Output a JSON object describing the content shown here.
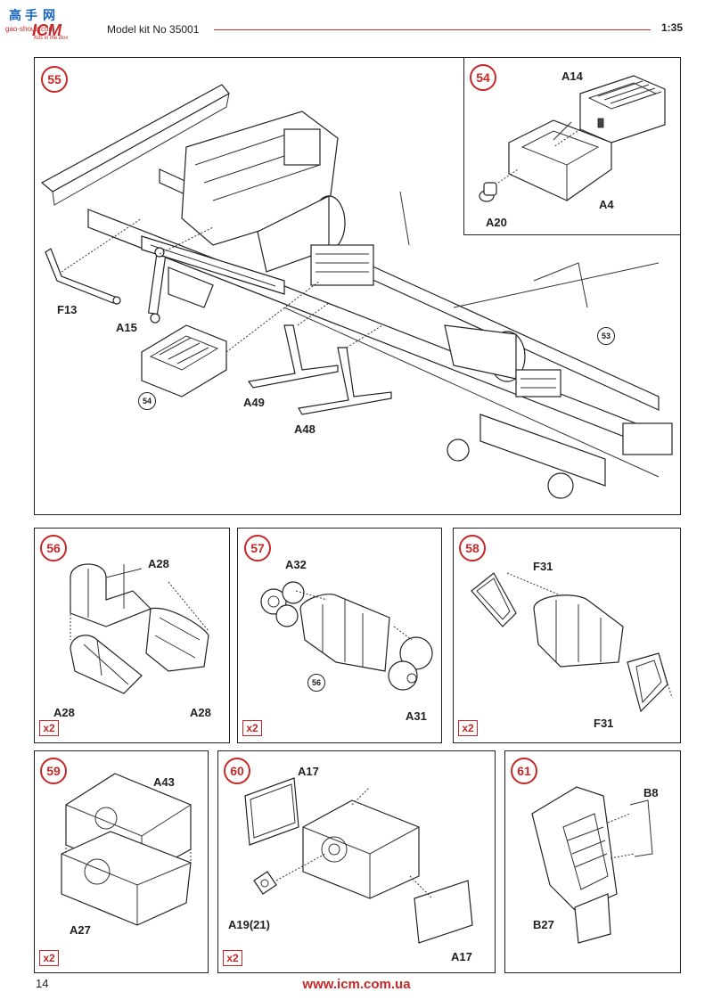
{
  "header": {
    "logo_text": "ICM",
    "logo_tag": "gao-shoua.com",
    "logo_slogan": "Kits in the Box",
    "model": "Model kit No 35001",
    "scale": "1:35"
  },
  "steps": {
    "s55": {
      "num": "55",
      "refs": [
        "54",
        "53"
      ],
      "labels": [
        "F13",
        "A15",
        "A49",
        "A48"
      ]
    },
    "s54": {
      "num": "54",
      "labels": [
        "A14",
        "A20",
        "A4"
      ]
    },
    "s56": {
      "num": "56",
      "labels": [
        "A28",
        "A28",
        "A28"
      ],
      "qty": "x2"
    },
    "s57": {
      "num": "57",
      "refs": [
        "56"
      ],
      "labels": [
        "A32",
        "A31"
      ],
      "qty": "x2"
    },
    "s58": {
      "num": "58",
      "labels": [
        "F31",
        "F31"
      ],
      "qty": "x2"
    },
    "s59": {
      "num": "59",
      "labels": [
        "A43",
        "A27"
      ],
      "qty": "x2"
    },
    "s60": {
      "num": "60",
      "labels": [
        "A17",
        "A19(21)",
        "A17"
      ],
      "qty": "x2"
    },
    "s61": {
      "num": "61",
      "labels": [
        "B8",
        "B27"
      ]
    }
  },
  "footer": {
    "page": "14",
    "url": "www.icm.com.ua"
  },
  "colors": {
    "accent": "#c62828",
    "line": "#222222"
  }
}
